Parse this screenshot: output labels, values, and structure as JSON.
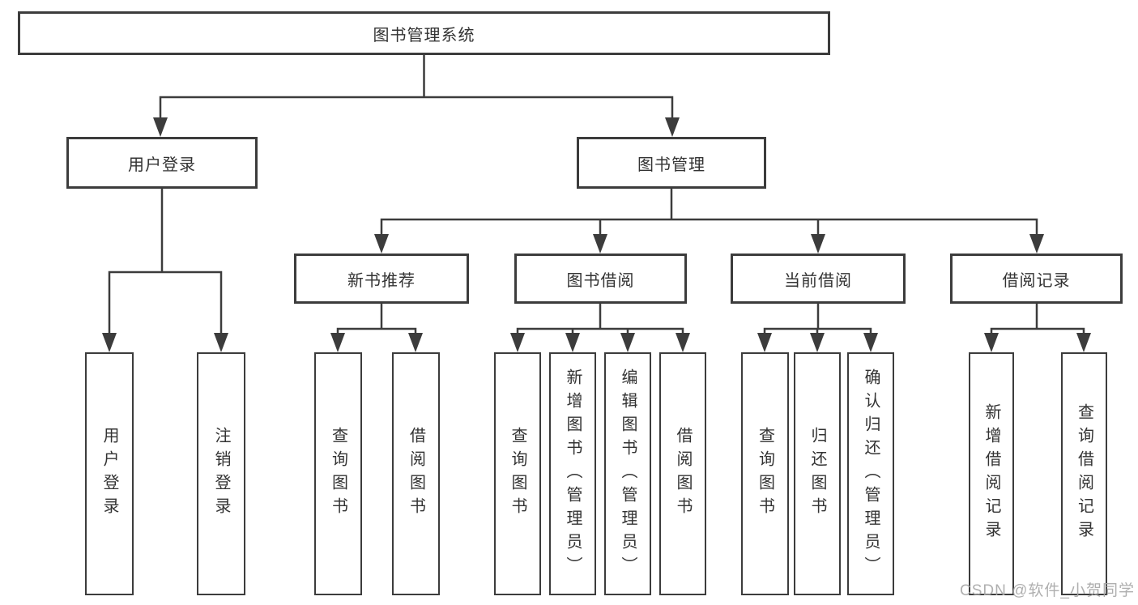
{
  "background": "#ffffff",
  "line_color": "#3c3c3c",
  "text_color": "#333333",
  "watermark": {
    "text": "CSDN @软件_小贺同学",
    "color": "#a6a6a6"
  },
  "root": {
    "label": "图书管理系统",
    "children": [
      {
        "label": "用户登录",
        "children": [
          {
            "label": "用户登录"
          },
          {
            "label": "注销登录"
          }
        ]
      },
      {
        "label": "图书管理",
        "children": [
          {
            "label": "新书推荐",
            "children": [
              {
                "label": "查询图书"
              },
              {
                "label": "借阅图书"
              }
            ]
          },
          {
            "label": "图书借阅",
            "children": [
              {
                "label": "查询图书"
              },
              {
                "label": "新增图书（管理员）"
              },
              {
                "label": "编辑图书（管理员）"
              },
              {
                "label": "借阅图书"
              }
            ]
          },
          {
            "label": "当前借阅",
            "children": [
              {
                "label": "查询图书"
              },
              {
                "label": "归还图书"
              },
              {
                "label": "确认归还（管理员）"
              }
            ]
          },
          {
            "label": "借阅记录",
            "children": [
              {
                "label": "新增借阅记录"
              },
              {
                "label": "查询借阅记录"
              }
            ]
          }
        ]
      }
    ]
  }
}
